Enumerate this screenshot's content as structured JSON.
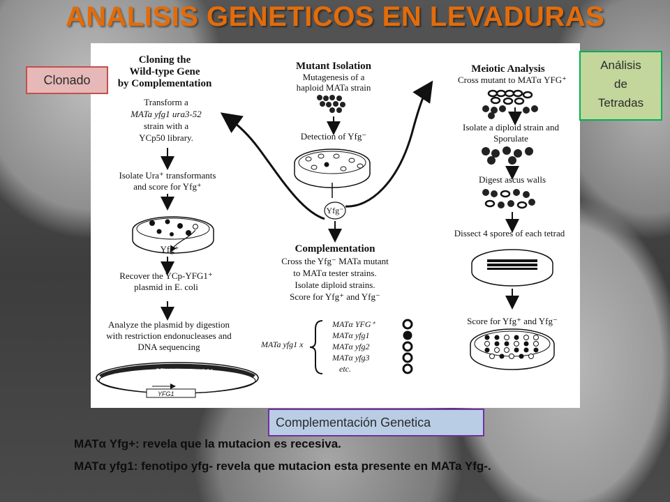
{
  "title": "ANALISIS GENETICOS EN LEVADURAS",
  "tags": {
    "clonado": "Clonado",
    "tetradas_1": "Análisis",
    "tetradas_2": "de",
    "tetradas_3": "Tetradas",
    "complementacion": "Complementación Genetica"
  },
  "captions": {
    "line1": "MATα Yfg+: revela que la mutacion es recesiva.",
    "line2": "MATα yfg1: fenotipo yfg- revela que mutacion esta presente en  MATa Yfg-."
  },
  "diagram": {
    "cloning": {
      "heading": [
        "Cloning the",
        "Wild-type Gene",
        "by Complementation"
      ],
      "step1": [
        "Transform a",
        "MATa  yfg1  ura3-52",
        "strain with a",
        "YCp50 library."
      ],
      "step2": [
        "Isolate Ura⁺ transformants",
        "and score for Yfg⁺"
      ],
      "plate_label": "Yfg⁺",
      "step3": [
        "Recover the YCp-YFG1⁺",
        "plasmid in E. coli"
      ],
      "step4": [
        "Analyze the plasmid by digestion",
        "with restriction endonucleases and",
        "DNA sequencing"
      ],
      "plasmid_labels": [
        "URA3",
        "CEN4",
        "ARS1",
        "YFG1"
      ]
    },
    "mutant": {
      "heading": "Mutant Isolation",
      "lines": [
        "Mutagenesis of a",
        "haploid MATa strain"
      ],
      "detection": "Detection of Yfg⁻",
      "yfg_minus": "Yfg⁻"
    },
    "complementation": {
      "heading": "Complementation",
      "lines": [
        "Cross the Yfg⁻ MATa mutant",
        "to MATα tester strains.",
        "Isolate diploid strains.",
        "Score for Yfg⁺ and Yfg⁻"
      ],
      "left_label": "MATa yfg1 x",
      "testers": [
        "MATα  YFG⁺",
        "MATα  yfg1",
        "MATα  yfg2",
        "MATα  yfg3",
        "etc."
      ]
    },
    "meiotic": {
      "heading": "Meiotic Analysis",
      "step1": "Cross mutant to MATα YFG⁺",
      "step2": [
        "Isolate a diploid strain and",
        "Sporulate"
      ],
      "step3": "Digest ascus walls",
      "step4": "Dissect 4 spores of each tetrad",
      "step5": "Score for Yfg⁺ and Yfg⁻"
    }
  },
  "colors": {
    "title": "#e36c0a",
    "clonado_fill": "#e6b9b8",
    "clonado_border": "#c0504d",
    "tetradas_fill": "#c3d69b",
    "tetradas_border": "#00b050",
    "comp_fill": "#b9cde5",
    "comp_border": "#7030a0"
  }
}
